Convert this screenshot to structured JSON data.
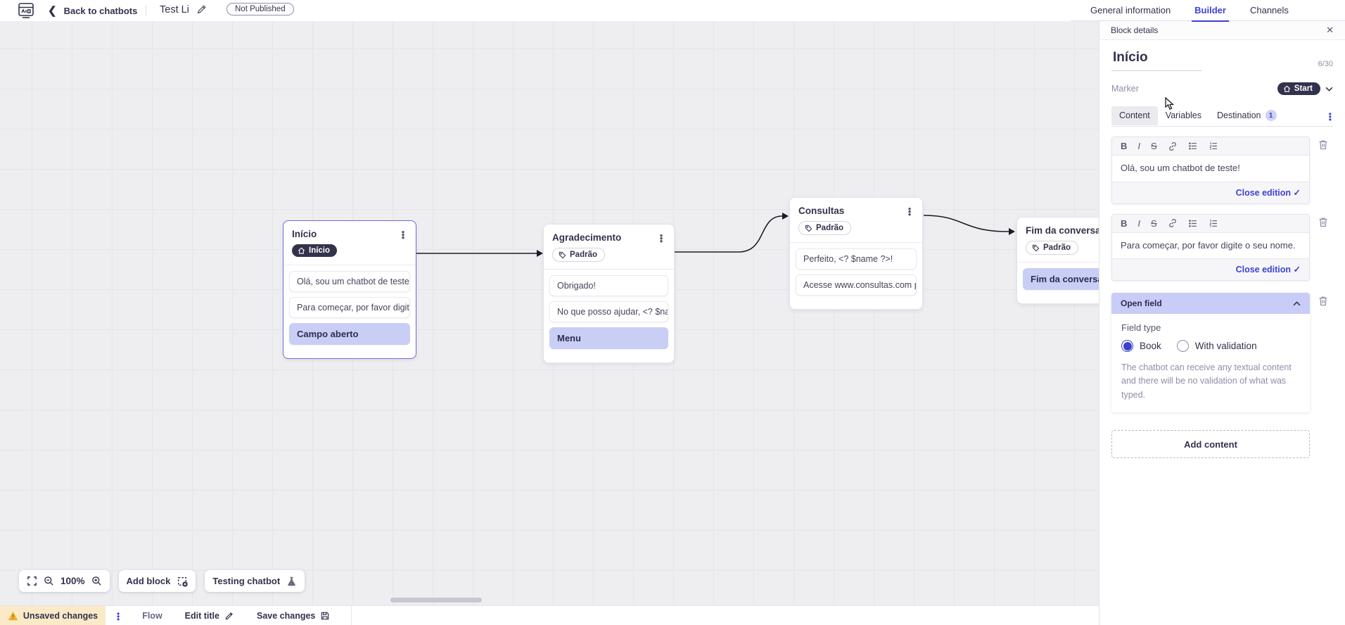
{
  "header": {
    "back_label": "Back to chatbots",
    "bot_title": "Test Li",
    "status_badge": "Not Published",
    "tabs": [
      {
        "label": "General information",
        "active": false
      },
      {
        "label": "Builder",
        "active": true
      },
      {
        "label": "Channels",
        "active": false
      }
    ]
  },
  "canvas": {
    "blocks": [
      {
        "title": "Início",
        "marker": "Início",
        "marker_style": "start",
        "items": [
          {
            "text": "Olá, sou um chatbot de teste!",
            "type": "text"
          },
          {
            "text": "Para começar, por favor digite o ...",
            "type": "text"
          },
          {
            "text": "Campo aberto",
            "type": "field"
          }
        ]
      },
      {
        "title": "Agradecimento",
        "marker": "Padrão",
        "marker_style": "default",
        "items": [
          {
            "text": "Obrigado!",
            "type": "text"
          },
          {
            "text": "No que posso ajudar, <? $name ...",
            "type": "text"
          },
          {
            "text": "Menu",
            "type": "field"
          }
        ]
      },
      {
        "title": "Consultas",
        "marker": "Padrão",
        "marker_style": "default",
        "items": [
          {
            "text": "Perfeito, <? $name ?>!",
            "type": "text"
          },
          {
            "text": "Acesse www.consultas.com par...",
            "type": "text"
          }
        ]
      },
      {
        "title": "Fim da conversa",
        "marker": "Padrão",
        "marker_style": "default",
        "items": [
          {
            "text": "Fim da conversa",
            "type": "field"
          }
        ]
      }
    ],
    "connections": [
      {
        "from": "Início",
        "to": "Agradecimento"
      },
      {
        "from": "Agradecimento",
        "to": "Consultas"
      },
      {
        "from": "Consultas",
        "to": "Fim da conversa"
      }
    ],
    "toolbar": {
      "zoom_level": "100%",
      "add_block_label": "Add block",
      "testing_label": "Testing chatbot"
    }
  },
  "panel": {
    "header": "Block details",
    "block_title": "Início",
    "char_count": "6/30",
    "marker_label": "Marker",
    "marker_value": "Start",
    "tabs": [
      {
        "label": "Content",
        "active": true
      },
      {
        "label": "Variables",
        "active": false
      },
      {
        "label": "Destination",
        "active": false,
        "badge": "1"
      }
    ],
    "editors": [
      {
        "text": "Olá, sou um chatbot de teste!",
        "close_label": "Close edition"
      },
      {
        "text": "Para começar, por favor digite o seu nome.",
        "close_label": "Close edition"
      }
    ],
    "open_field": {
      "title": "Open field",
      "field_type_label": "Field type",
      "options": [
        {
          "label": "Book",
          "selected": true
        },
        {
          "label": "With validation",
          "selected": false
        }
      ],
      "helper": "The chatbot can receive any textual content and there will be no validation of what was typed."
    },
    "add_content_label": "Add content"
  },
  "statusbar": {
    "unsaved_label": "Unsaved changes",
    "flow_label": "Flow",
    "edit_title_label": "Edit title",
    "save_label": "Save changes"
  },
  "icons": {
    "app-logo": "chatbot-builder-logo",
    "back-chevron": "‹",
    "pencil": "edit",
    "home": "start-marker",
    "tag": "default-marker",
    "kebab": "⋮",
    "trash": "delete",
    "check": "✓",
    "close": "✕",
    "chevron-down": "expand",
    "chevron-up": "collapse",
    "fit-screen": "fit",
    "zoom-out": "−",
    "zoom-in": "+",
    "add-block": "dashed-square-plus",
    "flask": "testing",
    "warning-triangle": "!",
    "save-floppy": "save"
  },
  "colors": {
    "accent_blue": "#3d41d6",
    "dark_navy": "#32324d",
    "periwinkle": "#c9cef5",
    "canvas_bg": "#eeeef1",
    "warning_bg": "#fbeac7"
  }
}
